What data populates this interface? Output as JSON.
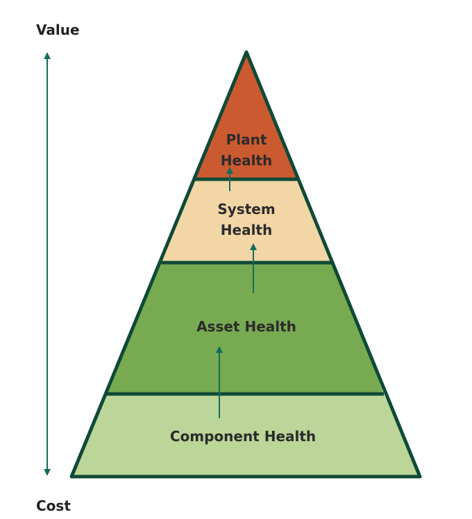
{
  "axis": {
    "top_label": "Value",
    "bottom_label": "Cost"
  },
  "levels": [
    {
      "name": "plant",
      "lines": [
        "Plant",
        "Health"
      ],
      "color": "#cc5a30"
    },
    {
      "name": "system",
      "lines": [
        "System",
        "Health"
      ],
      "color": "#f2d6a6"
    },
    {
      "name": "asset",
      "lines": [
        "Asset Health"
      ],
      "color": "#78aa52"
    },
    {
      "name": "component",
      "lines": [
        "Component Health"
      ],
      "color": "#bcd598"
    }
  ],
  "colors": {
    "outline": "#0f4a36",
    "arrow": "#106e5a"
  }
}
